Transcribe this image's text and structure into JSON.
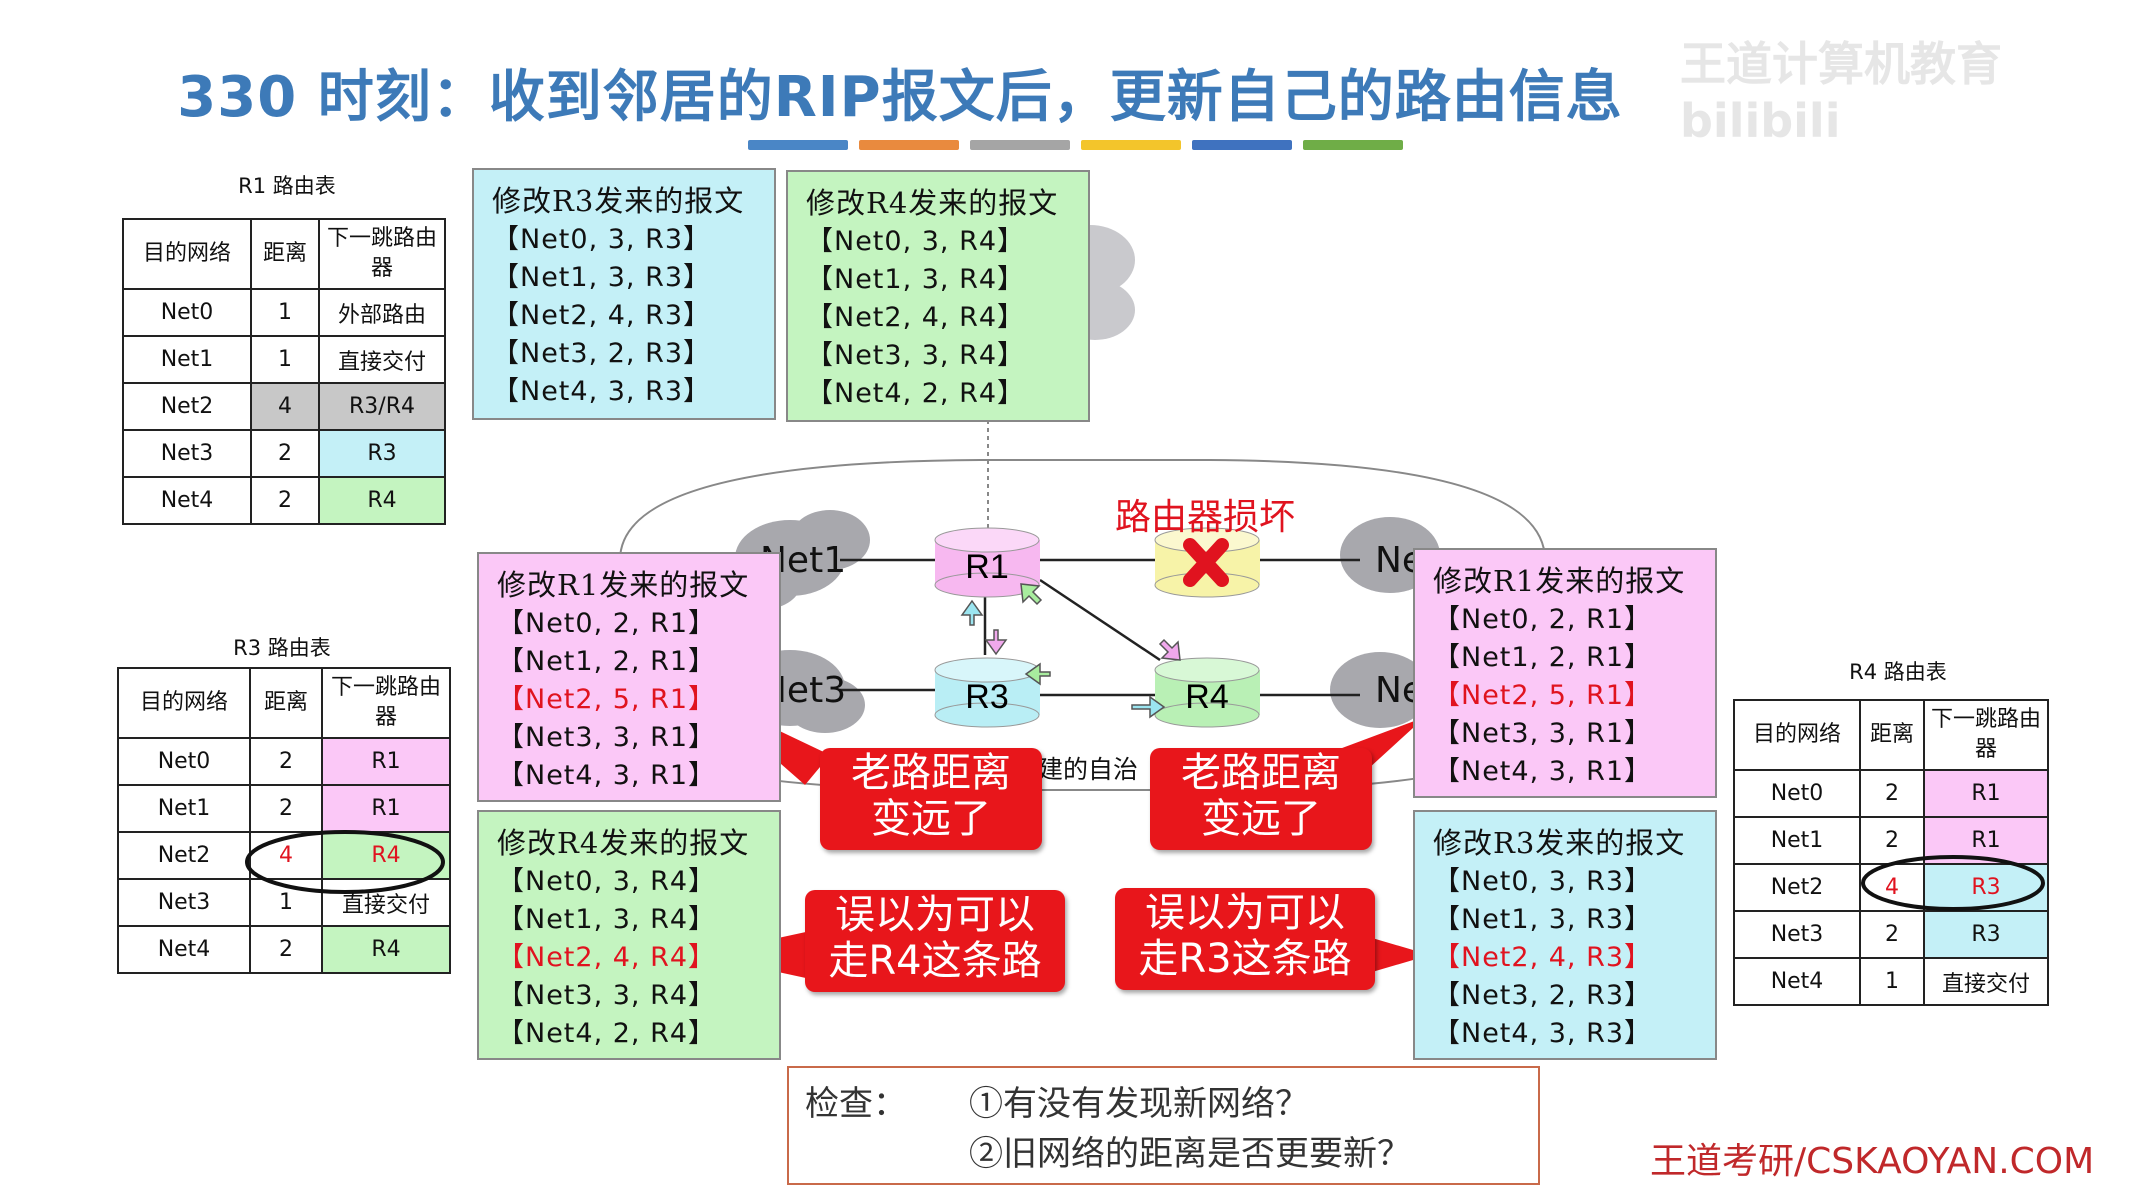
{
  "title": "330 时刻：收到邻居的RIP报文后，更新自己的路由信息",
  "watermark": "王道计算机教育 bilibili",
  "brand": "王道考研/CSKAOYAN.COM",
  "stripe_colors": [
    "#4a86c6",
    "#e98a3e",
    "#a5a5a5",
    "#f3c52b",
    "#3f72bf",
    "#6fad47"
  ],
  "r1_table": {
    "caption": "R1 路由表",
    "headers": [
      "目的网络",
      "距离",
      "下一跳路由器"
    ],
    "rows": [
      [
        "Net0",
        "1",
        "外部路由"
      ],
      [
        "Net1",
        "1",
        "直接交付"
      ],
      [
        "Net2",
        "4",
        "R3/R4"
      ],
      [
        "Net3",
        "2",
        "R3"
      ],
      [
        "Net4",
        "2",
        "R4"
      ]
    ]
  },
  "r3_table": {
    "caption": "R3 路由表",
    "headers": [
      "目的网络",
      "距离",
      "下一跳路由器"
    ],
    "rows": [
      [
        "Net0",
        "2",
        "R1"
      ],
      [
        "Net1",
        "2",
        "R1"
      ],
      [
        "Net2",
        "4",
        "R4"
      ],
      [
        "Net3",
        "1",
        "直接交付"
      ],
      [
        "Net4",
        "2",
        "R4"
      ]
    ]
  },
  "r4_table": {
    "caption": "R4 路由表",
    "headers": [
      "目的网络",
      "距离",
      "下一跳路由器"
    ],
    "rows": [
      [
        "Net0",
        "2",
        "R1"
      ],
      [
        "Net1",
        "2",
        "R1"
      ],
      [
        "Net2",
        "4",
        "R3"
      ],
      [
        "Net3",
        "2",
        "R3"
      ],
      [
        "Net4",
        "1",
        "直接交付"
      ]
    ]
  },
  "boxes": {
    "top_r3": {
      "title": "修改R3发来的报文",
      "lines": [
        "【Net0, 3, R3】",
        "【Net1, 3, R3】",
        "【Net2, 4, R3】",
        "【Net3, 2, R3】",
        "【Net4, 3, R3】"
      ]
    },
    "top_r4": {
      "title": "修改R4发来的报文",
      "lines": [
        "【Net0, 3, R4】",
        "【Net1, 3, R4】",
        "【Net2, 4, R4】",
        "【Net3, 3, R4】",
        "【Net4, 2, R4】"
      ]
    },
    "left_r1": {
      "title": "修改R1发来的报文",
      "lines": [
        "【Net0, 2, R1】",
        "【Net1, 2, R1】",
        "【Net2, 5, R1】",
        "【Net3, 3, R1】",
        "【Net4, 3, R1】"
      ]
    },
    "left_r4": {
      "title": "修改R4发来的报文",
      "lines": [
        "【Net0, 3, R4】",
        "【Net1, 3, R4】",
        "【Net2, 4, R4】",
        "【Net3, 3, R4】",
        "【Net4, 2, R4】"
      ]
    },
    "right_r1": {
      "title": "修改R1发来的报文",
      "lines": [
        "【Net0, 2, R1】",
        "【Net1, 2, R1】",
        "【Net2, 5, R1】",
        "【Net3, 3, R1】",
        "【Net4, 3, R1】"
      ]
    },
    "right_r3": {
      "title": "修改R3发来的报文",
      "lines": [
        "【Net0, 3, R3】",
        "【Net1, 3, R3】",
        "【Net2, 4, R3】",
        "【Net3, 2, R3】",
        "【Net4, 3, R3】"
      ]
    }
  },
  "diagram": {
    "broken_label": "路由器损坏",
    "routers": [
      "R1",
      "R3",
      "R4"
    ],
    "net_labels": [
      "Net1",
      "Net3",
      "Ne",
      "Ne"
    ],
    "as_label": "建的自治"
  },
  "bubbles": {
    "old_far_left": "老路距离\n变远了",
    "old_far_right": "老路距离\n变远了",
    "via_r4": "误以为可以\n走R4这条路",
    "via_r3": "误以为可以\n走R3这条路"
  },
  "check": {
    "label": "检查：",
    "q1": "①有没有发现新网络？",
    "q2": "②旧网络的距离是否更要新？"
  }
}
